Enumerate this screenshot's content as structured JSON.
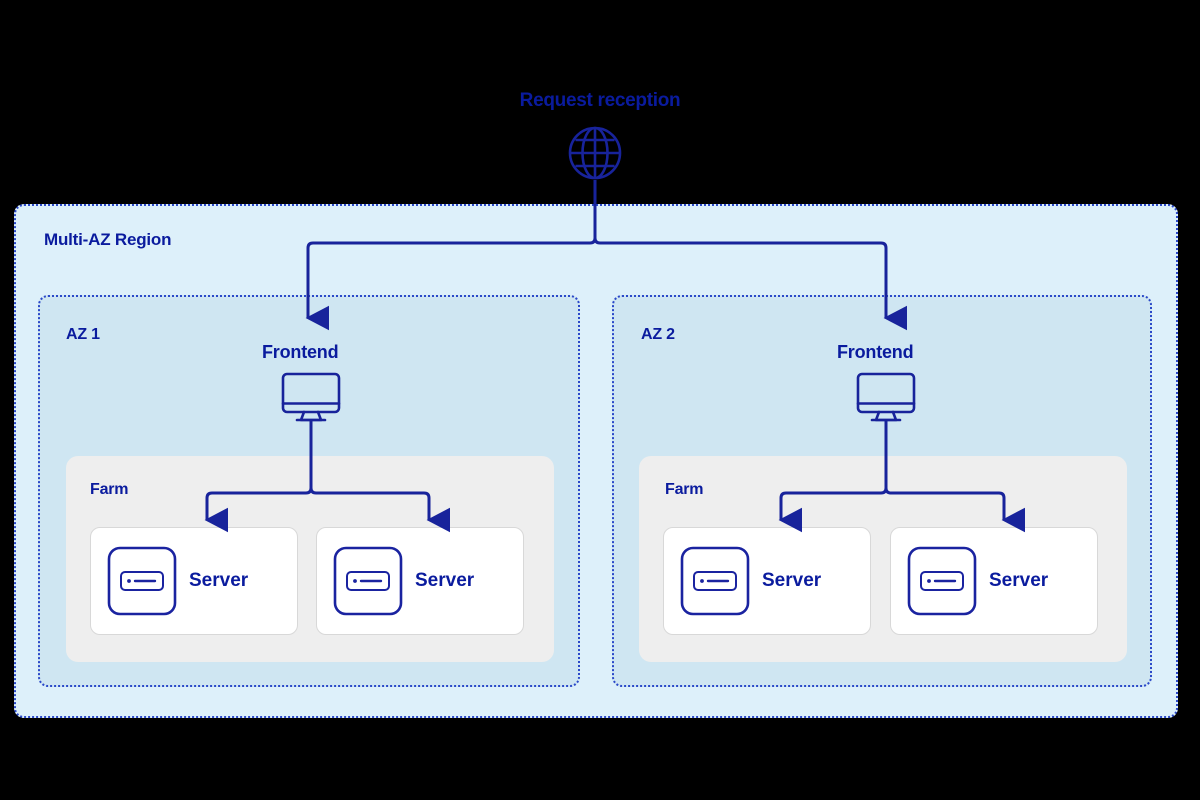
{
  "diagram": {
    "title": "Request reception",
    "entry_icon": "globe-icon",
    "region": {
      "label": "Multi-AZ Region",
      "fill": "#ddf0fa",
      "border": "#2b49c9",
      "border_style": "dotted"
    },
    "availability_zones": [
      {
        "label": "AZ 1",
        "fill": "#cfe6f2",
        "frontend": {
          "label": "Frontend",
          "icon": "monitor-icon"
        },
        "farm": {
          "label": "Farm",
          "fill": "#eeeeee",
          "servers": [
            {
              "label": "Server",
              "icon": "server-icon"
            },
            {
              "label": "Server",
              "icon": "server-icon"
            }
          ]
        }
      },
      {
        "label": "AZ 2",
        "fill": "#cfe6f2",
        "frontend": {
          "label": "Frontend",
          "icon": "monitor-icon"
        },
        "farm": {
          "label": "Farm",
          "fill": "#eeeeee",
          "servers": [
            {
              "label": "Server",
              "icon": "server-icon"
            },
            {
              "label": "Server",
              "icon": "server-icon"
            }
          ]
        }
      }
    ],
    "colors": {
      "accent_blue": "#0a1b9e",
      "connector_blue": "#18239b",
      "region_fill": "#ddf0fa",
      "az_fill": "#cfe6f2",
      "farm_fill": "#eeeeee",
      "card_fill": "#ffffff",
      "card_border": "#d8d8d8",
      "background": "#000000"
    }
  }
}
